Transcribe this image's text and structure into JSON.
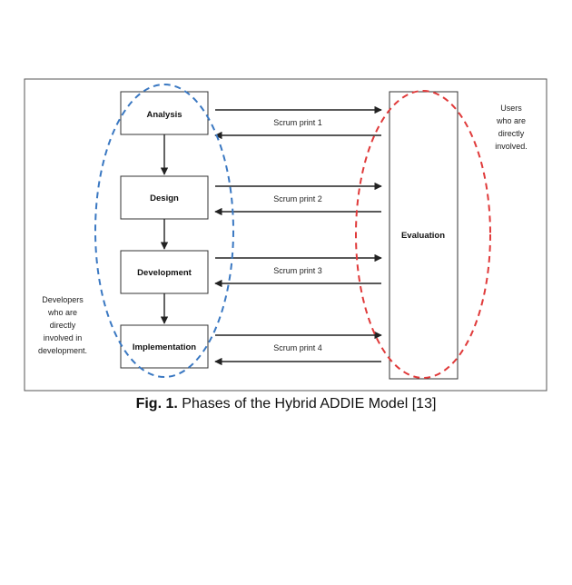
{
  "phases": [
    "Analysis",
    "Design",
    "Development",
    "Implementation"
  ],
  "evaluation": "Evaluation",
  "sprints": [
    "Scrum print 1",
    "Scrum print 2",
    "Scrum print 3",
    "Scrum print 4"
  ],
  "users_note": [
    "Users",
    "who are",
    "directly",
    "involved."
  ],
  "developers_note": [
    "Developers",
    "who are",
    "directly",
    "involved in",
    "development."
  ],
  "caption": {
    "label": "Fig. 1.",
    "text": "Phases of the Hybrid ADDIE Model [13]"
  },
  "colors": {
    "developer_group": "#3a78c2",
    "user_group": "#e03a3a",
    "line": "#222222"
  }
}
